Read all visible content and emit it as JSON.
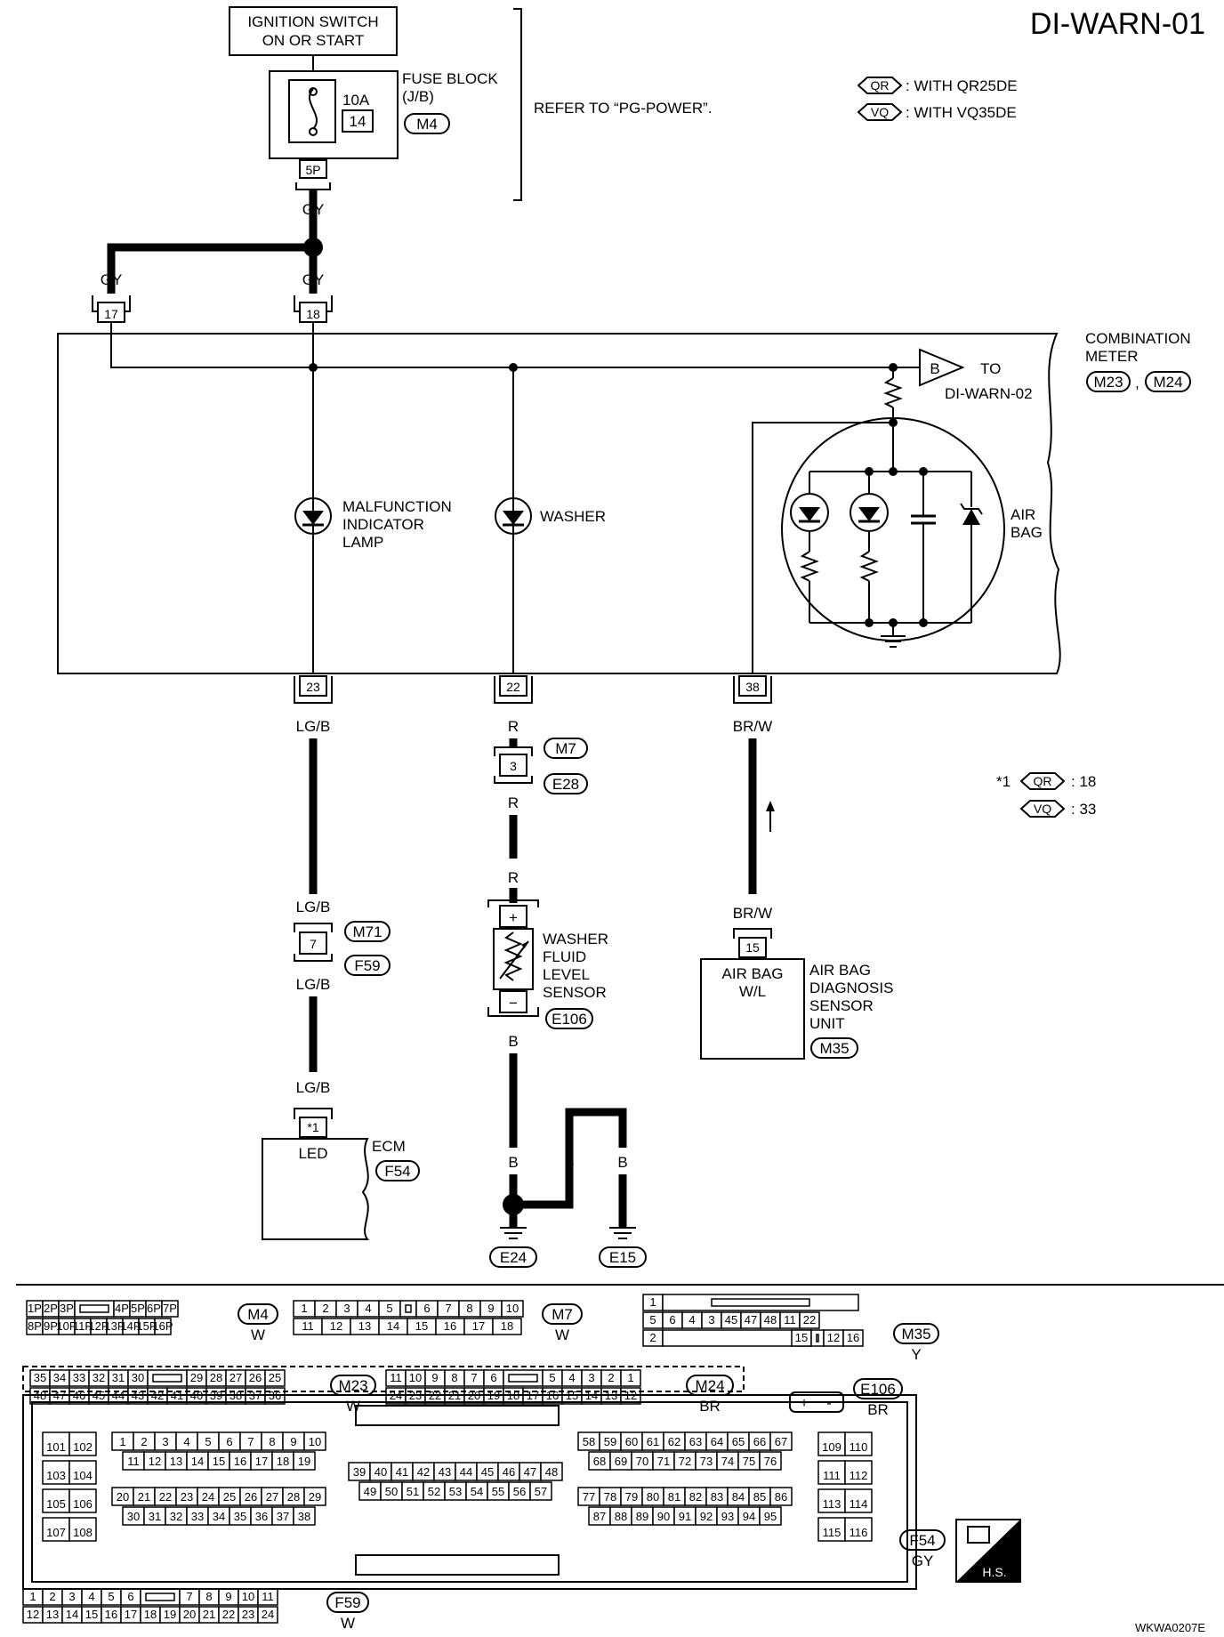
{
  "header": {
    "title": "DI-WARN-01",
    "footer_code": "WKWA0207E"
  },
  "legend": {
    "qr_tag": "QR",
    "qr_text": ": WITH QR25DE",
    "vq_tag": "VQ",
    "vq_text": ": WITH VQ35DE",
    "note_mark": "*1",
    "note_qr": ": 18",
    "note_vq": ": 33"
  },
  "power": {
    "ignition_line1": "IGNITION SWITCH",
    "ignition_line2": "ON OR START",
    "fuse_amp": "10A",
    "fuse_num": "14",
    "fuse_block_line1": "FUSE BLOCK",
    "fuse_block_line2": "(J/B)",
    "fuse_block_conn": "M4",
    "fuse_pin": "5P",
    "refer": "REFER TO “PG-POWER”."
  },
  "meter": {
    "name_line1": "COMBINATION",
    "name_line2": "METER",
    "conn1": "M23",
    "conn2": "M24",
    "pin17": "17",
    "pin18": "18",
    "pin23": "23",
    "pin22": "22",
    "pin38": "38",
    "to_tag": "B",
    "to_text": "TO",
    "to_ref": "DI-WARN-02",
    "mil_line1": "MALFUNCTION",
    "mil_line2": "INDICATOR",
    "mil_line3": "LAMP",
    "washer": "WASHER",
    "airbag_line1": "AIR",
    "airbag_line2": "BAG"
  },
  "wires": {
    "gy": "GY",
    "lgb": "LG/B",
    "r": "R",
    "brw": "BR/W",
    "b": "B"
  },
  "connectors": {
    "m7": "M7",
    "e28": "E28",
    "pin3": "3",
    "m71": "M71",
    "f59": "F59",
    "pin7": "7",
    "e106": "E106",
    "plus": "+",
    "minus": "−",
    "washer_sensor_line1": "WASHER",
    "washer_sensor_line2": "FLUID",
    "washer_sensor_line3": "LEVEL",
    "washer_sensor_line4": "SENSOR",
    "ecm_pin": "*1",
    "ecm_led": "LED",
    "ecm": "ECM",
    "f54": "F54",
    "airbag_pin": "15",
    "airbag_wl1": "AIR BAG",
    "airbag_wl2": "W/L",
    "airbag_unit1": "AIR BAG",
    "airbag_unit2": "DIAGNOSIS",
    "airbag_unit3": "SENSOR",
    "airbag_unit4": "UNIT",
    "m35": "M35",
    "e24": "E24",
    "e15": "E15"
  },
  "pinouts": {
    "m4": {
      "name": "M4",
      "color": "W",
      "row1": [
        "1P",
        "2P",
        "3P",
        "",
        "4P",
        "5P",
        "6P",
        "7P"
      ],
      "row2": [
        "8P",
        "9P",
        "10P",
        "11P",
        "12P",
        "13P",
        "14P",
        "15P",
        "16P"
      ]
    },
    "m7": {
      "name": "M7",
      "color": "W",
      "row1": [
        "1",
        "2",
        "3",
        "4",
        "5",
        "",
        "6",
        "7",
        "8",
        "9",
        "10"
      ],
      "row2": [
        "11",
        "12",
        "13",
        "14",
        "15",
        "16",
        "17",
        "18"
      ]
    },
    "m35": {
      "name": "M35",
      "color": "Y",
      "row1": [
        "1"
      ],
      "row2": [
        "5",
        "6",
        "4",
        "3",
        "45",
        "47",
        "48",
        "11",
        "22"
      ],
      "row3": [
        "2",
        "15",
        "12",
        "16"
      ]
    },
    "m23": {
      "name": "M23",
      "color": "W",
      "row1": [
        "35",
        "34",
        "33",
        "32",
        "31",
        "30",
        "",
        "29",
        "28",
        "27",
        "26",
        "25"
      ],
      "row2": [
        "48",
        "47",
        "46",
        "45",
        "44",
        "43",
        "42",
        "41",
        "40",
        "39",
        "38",
        "37",
        "36"
      ]
    },
    "m24": {
      "name": "M24",
      "color": "BR",
      "row1": [
        "11",
        "10",
        "9",
        "8",
        "7",
        "6",
        "",
        "5",
        "4",
        "3",
        "2",
        "1"
      ],
      "row2": [
        "24",
        "23",
        "22",
        "21",
        "20",
        "19",
        "18",
        "17",
        "16",
        "15",
        "14",
        "13",
        "12"
      ]
    },
    "e106": {
      "name": "E106",
      "color": "BR",
      "plus": "+",
      "minus": "-"
    },
    "f54": {
      "name": "F54",
      "color": "GY",
      "hs": "H.S.",
      "left": [
        [
          "101",
          "102"
        ],
        [
          "103",
          "104"
        ],
        [
          "105",
          "106"
        ],
        [
          "107",
          "108"
        ]
      ],
      "a1": [
        "1",
        "2",
        "3",
        "4",
        "5",
        "6",
        "7",
        "8",
        "9",
        "10"
      ],
      "a2": [
        "11",
        "12",
        "13",
        "14",
        "15",
        "16",
        "17",
        "18",
        "19"
      ],
      "a3": [
        "20",
        "21",
        "22",
        "23",
        "24",
        "25",
        "26",
        "27",
        "28",
        "29"
      ],
      "a4": [
        "30",
        "31",
        "32",
        "33",
        "34",
        "35",
        "36",
        "37",
        "38"
      ],
      "m1": [
        "39",
        "40",
        "41",
        "42",
        "43",
        "44",
        "45",
        "46",
        "47",
        "48"
      ],
      "m2": [
        "49",
        "50",
        "51",
        "52",
        "53",
        "54",
        "55",
        "56",
        "57"
      ],
      "b1": [
        "58",
        "59",
        "60",
        "61",
        "62",
        "63",
        "64",
        "65",
        "66",
        "67"
      ],
      "b2": [
        "68",
        "69",
        "70",
        "71",
        "72",
        "73",
        "74",
        "75",
        "76"
      ],
      "b3": [
        "77",
        "78",
        "79",
        "80",
        "81",
        "82",
        "83",
        "84",
        "85",
        "86"
      ],
      "b4": [
        "87",
        "88",
        "89",
        "90",
        "91",
        "92",
        "93",
        "94",
        "95"
      ],
      "right": [
        [
          "109",
          "110"
        ],
        [
          "111",
          "112"
        ],
        [
          "113",
          "114"
        ],
        [
          "115",
          "116"
        ]
      ]
    },
    "f59": {
      "name": "F59",
      "color": "W",
      "row1": [
        "1",
        "2",
        "3",
        "4",
        "5",
        "6",
        "",
        "7",
        "8",
        "9",
        "10",
        "11"
      ],
      "row2": [
        "12",
        "13",
        "14",
        "15",
        "16",
        "17",
        "18",
        "19",
        "20",
        "21",
        "22",
        "23",
        "24"
      ]
    }
  }
}
